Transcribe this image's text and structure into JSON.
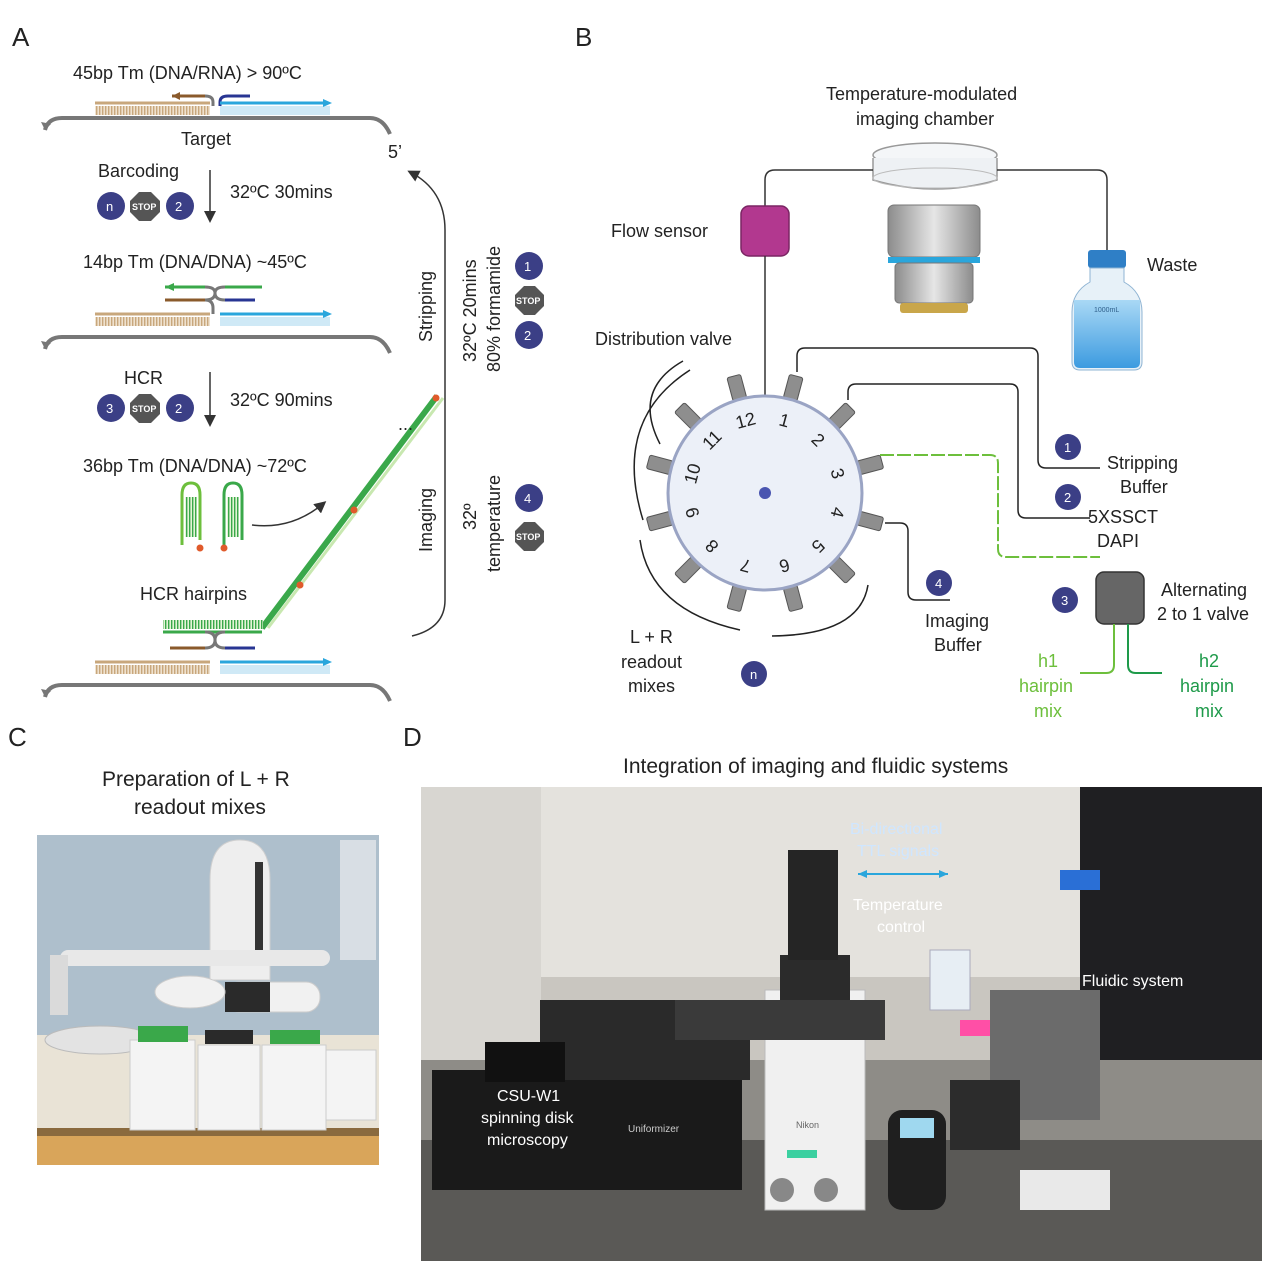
{
  "panels": {
    "a": "A",
    "b": "B",
    "c": "C",
    "d": "D"
  },
  "panel_a": {
    "tm1": "45bp Tm (DNA/RNA) > 90ºC",
    "target": "Target",
    "five_prime": "5’",
    "barcoding": "Barcoding",
    "step1_cond": "32ºC 30mins",
    "tm2": "14bp Tm (DNA/DNA) ~45ºC",
    "hcr": "HCR",
    "step2_cond": "32ºC 90mins",
    "tm3": "36bp Tm (DNA/DNA) ~72ºC",
    "hcr_hairpins": "HCR hairpins",
    "stripping": "Stripping",
    "imaging": "Imaging",
    "strip_cond_1": "32ºC 20mins",
    "strip_cond_2": "80% formamide",
    "img_cond_1": "32º",
    "img_cond_2": "temperature",
    "badge_n": "n",
    "badge_1": "1",
    "badge_2": "2",
    "badge_3": "3",
    "badge_4": "4",
    "stop": "STOP",
    "dots": "..."
  },
  "panel_b": {
    "chamber_1": "Temperature-modulated",
    "chamber_2": "imaging chamber",
    "flow_sensor": "Flow sensor",
    "waste": "Waste",
    "distribution_valve": "Distribution valve",
    "ports": [
      "1",
      "2",
      "3",
      "4",
      "5",
      "6",
      "7",
      "8",
      "9",
      "10",
      "11",
      "12"
    ],
    "stripping_1": "Stripping",
    "stripping_2": "Buffer",
    "ssct_1": "5XSSCT",
    "ssct_2": "DAPI",
    "alt_1": "Alternating",
    "alt_2": "2 to 1 valve",
    "imaging_1": "Imaging",
    "imaging_2": "Buffer",
    "lr_1": "L + R",
    "lr_2": "readout",
    "lr_3": "mixes",
    "h1_1": "h1",
    "h1_2": "hairpin",
    "h1_3": "mix",
    "h2_1": "h2",
    "h2_2": "hairpin",
    "h2_3": "mix",
    "bottle_label": "1000mL",
    "badge_1": "1",
    "badge_2": "2",
    "badge_3": "3",
    "badge_4": "4",
    "badge_n": "n"
  },
  "panel_c": {
    "title_1": "Preparation of L + R",
    "title_2": "readout mixes"
  },
  "panel_d": {
    "title": "Integration of imaging and fluidic systems",
    "ttl_1": "Bi-directional",
    "ttl_2": "TTL signals",
    "temp_1": "Temperature",
    "temp_2": "control",
    "fluidic": "Fluidic system",
    "csu_1": "CSU-W1",
    "csu_2": "spinning disk",
    "csu_3": "microscopy",
    "nikon": "Nikon",
    "uniformizer": "Uniformizer"
  },
  "colors": {
    "navy": "#3b3f86",
    "stop": "#555555",
    "green": "#3aa84a",
    "cyan": "#2aa6dc",
    "tan": "#c8a77c",
    "magenta": "#b2388f",
    "gray_arc": "#7f7f7f"
  }
}
